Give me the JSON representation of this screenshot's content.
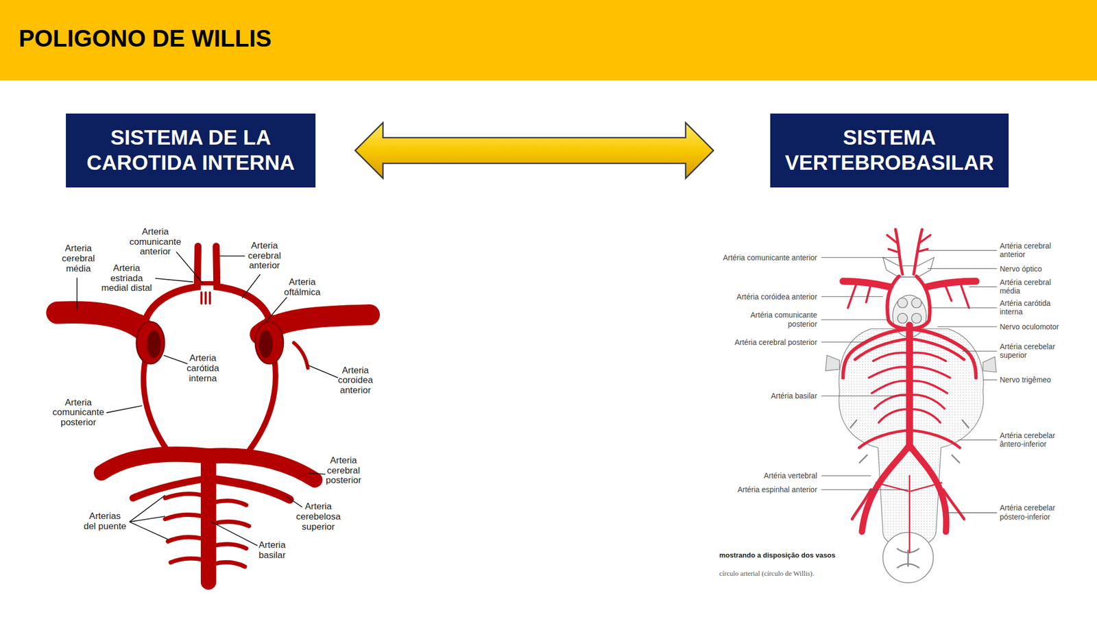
{
  "diagram": {
    "title": "POLIGONO DE WILLIS",
    "nodes": [
      {
        "text": [
          "SISTEMA DE LA CAROTIDA INTERNA"
        ]
      },
      {
        "text": [
          "SISTEMA VERTEBROBASILAR"
        ]
      }
    ],
    "edges": [
      {
        "from": 0,
        "to": 1,
        "arrow": "both"
      }
    ],
    "labels": [
      "Arteria cerebral média",
      "Arteria comunicante anterior",
      "Arteria cerebral anterior",
      "Arteria estriada medial distal",
      "Arteria oftálmica",
      "Arteria carótida interna",
      "Arteria coroidea anterior",
      "Arteria comunicante posterior",
      "Arteria cerebral posterior",
      "Arterias del puente",
      "Arteria cerebelosa superior",
      "Arteria basilar",
      "Artéria comunicante anterior",
      "Artéria cerebral anterior",
      "Nervo óptico",
      "Artéria coróidea anterior",
      "Artéria cerebral média",
      "Artéria carótida interna",
      "Artéria comunicante posterior",
      "Nervo oculomotor",
      "Artéria cerebral posterior",
      "Artéria cerebelar superior",
      "Nervo trigêmeo",
      "Artéria basilar",
      "Artéria cerebelar ântero-inferior",
      "Artéria vertebral",
      "Artéria espinhal anterior",
      "Artéria cerebelar póstero-inferior",
      "mostrando a disposição dos vasos",
      "círculo arterial (círculo de Willis)."
    ]
  }
}
